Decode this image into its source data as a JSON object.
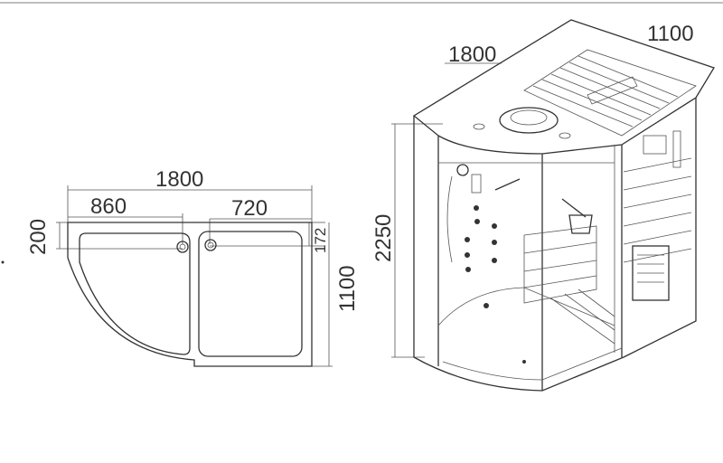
{
  "plan_view": {
    "total_width": "1800",
    "left_width": "860",
    "right_width": "720",
    "left_depth": "200",
    "right_depth": "172",
    "total_depth": "1100"
  },
  "perspective_view": {
    "width": "1800",
    "depth": "1100",
    "height": "2250"
  }
}
